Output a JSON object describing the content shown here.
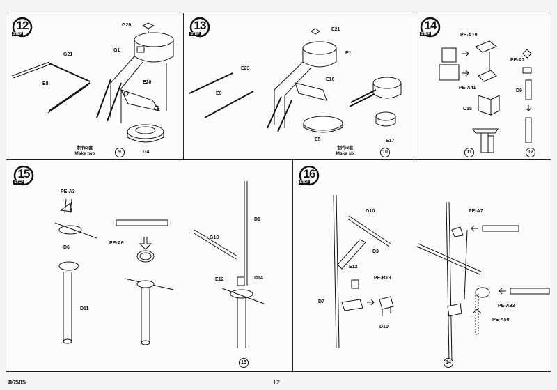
{
  "steps": {
    "s12": {
      "number": "12",
      "word": "STEP",
      "fig": "9",
      "note_cn": "制作2套",
      "note_en": "Make two",
      "labels": {
        "g20": "G20",
        "g1": "G1",
        "g21": "G21",
        "e8": "E8",
        "e20": "E20",
        "g4": "G4"
      }
    },
    "s13": {
      "number": "13",
      "word": "STEP",
      "fig": "10",
      "note_cn": "制作6套",
      "note_en": "Make six",
      "labels": {
        "e21": "E21",
        "e1": "E1",
        "e23": "E23",
        "e9": "E9",
        "e16": "E16",
        "e5": "E5",
        "e17": "E17"
      }
    },
    "s14": {
      "number": "14",
      "word": "STEP",
      "fig1": "11",
      "fig2": "12",
      "labels": {
        "pea19": "PE-A19",
        "pea2": "PE-A2",
        "pea41": "PE-A41",
        "d9": "D9",
        "c15": "C15"
      }
    },
    "s15": {
      "number": "15",
      "word": "STEP",
      "fig": "13",
      "labels": {
        "pea3": "PE-A3",
        "d6": "D6",
        "d11": "D11",
        "pea6": "PE-A6",
        "g10": "G10",
        "d1": "D1",
        "e12": "E12",
        "d14": "D14"
      }
    },
    "s16": {
      "number": "16",
      "word": "STEP",
      "fig": "14",
      "labels": {
        "g10": "G10",
        "d3": "D3",
        "e12": "E12",
        "peb18": "PE-B18",
        "d7": "D7",
        "d10": "D10",
        "pea7": "PE-A7",
        "pea33": "PE-A33",
        "pea50": "PE-A50"
      }
    }
  },
  "footer": {
    "code": "86505",
    "page": "12"
  }
}
